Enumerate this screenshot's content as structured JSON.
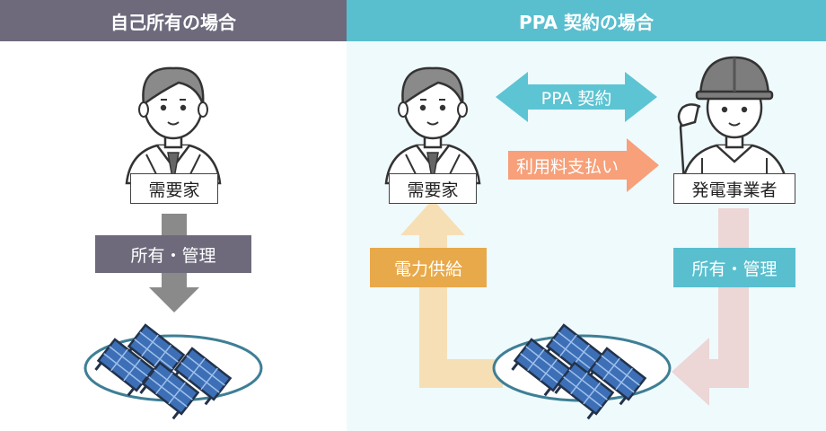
{
  "left": {
    "header": "自己所有の場合",
    "consumer_label": "需要家",
    "ownership_label": "所有・管理"
  },
  "right": {
    "header": "PPA 契約の場合",
    "consumer_label": "需要家",
    "producer_label": "発電事業者",
    "contract_label": "PPA 契約",
    "payment_label": "利用料支払い",
    "supply_label": "電力供給",
    "ownership_label": "所有・管理"
  },
  "colors": {
    "left_header": "#6e6a7c",
    "right_header": "#59bfcf",
    "right_bg": "#effafd",
    "ownership_tag_left": "#6e6a7c",
    "ownership_tag_right": "#59bfcf",
    "contract_arrow": "#5cc4d3",
    "payment_arrow": "#f7a07a",
    "supply_tag": "#e8a94a",
    "supply_arrow": "#f7dfb5",
    "return_arrow": "#ecd6d6",
    "panel_blue": "#3d6fb7"
  },
  "icons": [
    "businessman-icon",
    "worker-helmet-icon",
    "solar-panel-icon"
  ]
}
